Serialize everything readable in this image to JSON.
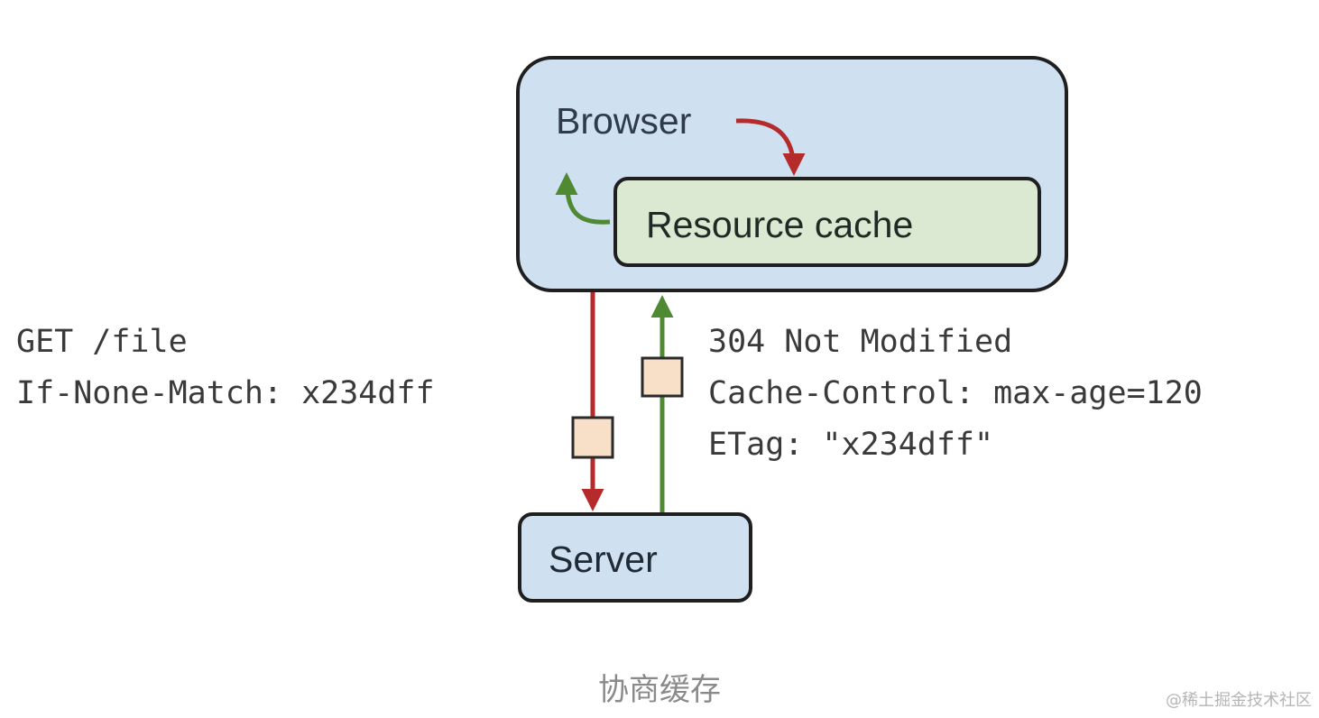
{
  "diagram": {
    "browser_label": "Browser",
    "cache_label": "Resource cache",
    "server_label": "Server",
    "request_lines": [
      "GET /file",
      "If-None-Match: x234dff"
    ],
    "response_lines": [
      "304 Not Modified",
      "Cache-Control: max-age=120",
      "ETag: \"x234dff\""
    ],
    "caption": "协商缓存",
    "watermark": "@稀土掘金技术社区"
  },
  "colors": {
    "request_arrow": "#b52a2a",
    "response_arrow": "#4f8a33",
    "box_blue": "#cfe0f1",
    "box_green": "#dbe9d2",
    "packet": "#f7dfc8"
  },
  "icons": {
    "request_arrow": "arrow-down-icon",
    "response_arrow": "arrow-up-icon",
    "packet": "packet-square-icon"
  }
}
